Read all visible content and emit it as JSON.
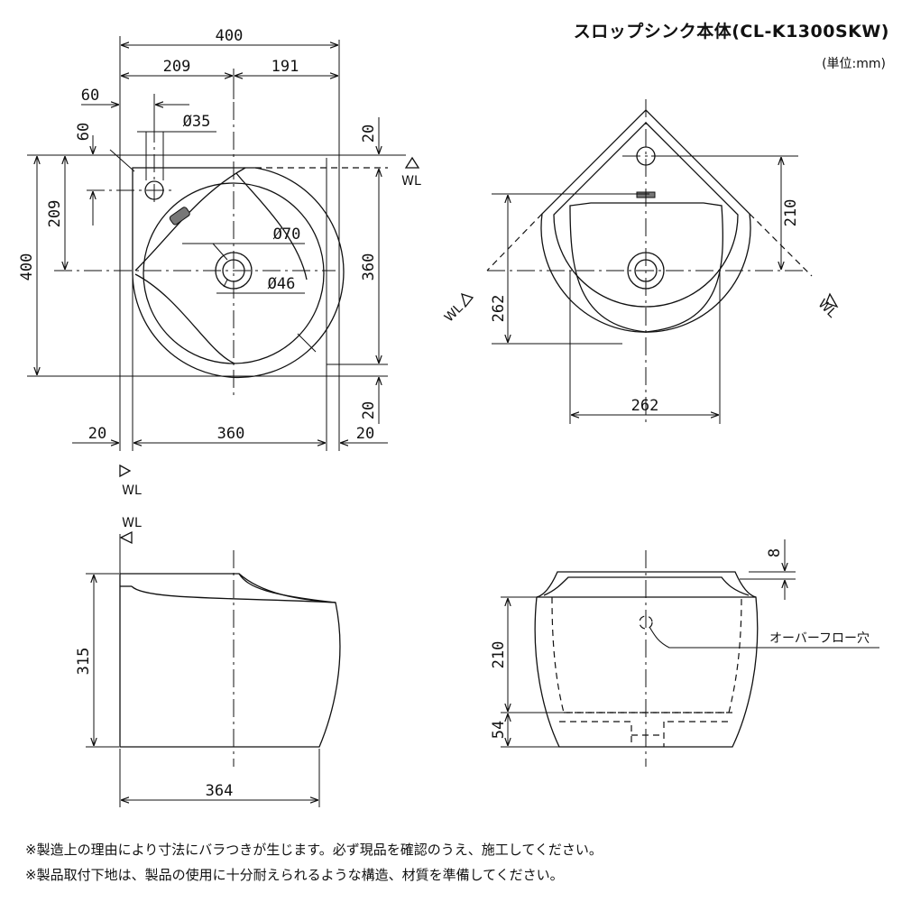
{
  "title": "スロップシンク本体(CL-K1300SKW)",
  "unit": "(単位:mm)",
  "top_view": {
    "dims": {
      "overall_width": "400",
      "left_to_center": "209",
      "center_to_right": "191",
      "faucet_x": "60",
      "faucet_y": "60",
      "faucet_hole": "Ø35",
      "drain_outer": "Ø70",
      "drain_inner": "Ø46",
      "top_margin": "20",
      "front_to_center": "209",
      "overall_depth": "400",
      "inner_depth": "360",
      "bottom_margin": "20",
      "left_margin": "20",
      "inner_width": "360",
      "right_margin": "20"
    },
    "wl_right": "WL",
    "wl_bottom": "WL"
  },
  "corner_view": {
    "dims": {
      "depth": "210",
      "side": "262",
      "width": "262"
    },
    "wl_left": "WL",
    "wl_right": "WL"
  },
  "side_view": {
    "wl": "WL",
    "dims": {
      "height": "315",
      "width": "364"
    }
  },
  "front_view": {
    "dims": {
      "rim": "8",
      "overflow_height": "210",
      "base": "54"
    },
    "overflow_label": "オーバーフロー穴"
  },
  "notes": [
    "※製造上の理由により寸法にバラつきが生じます。必ず現品を確認のうえ、施工してください。",
    "※製品取付下地は、製品の使用に十分耐えられるような構造、材質を準備してください。"
  ]
}
